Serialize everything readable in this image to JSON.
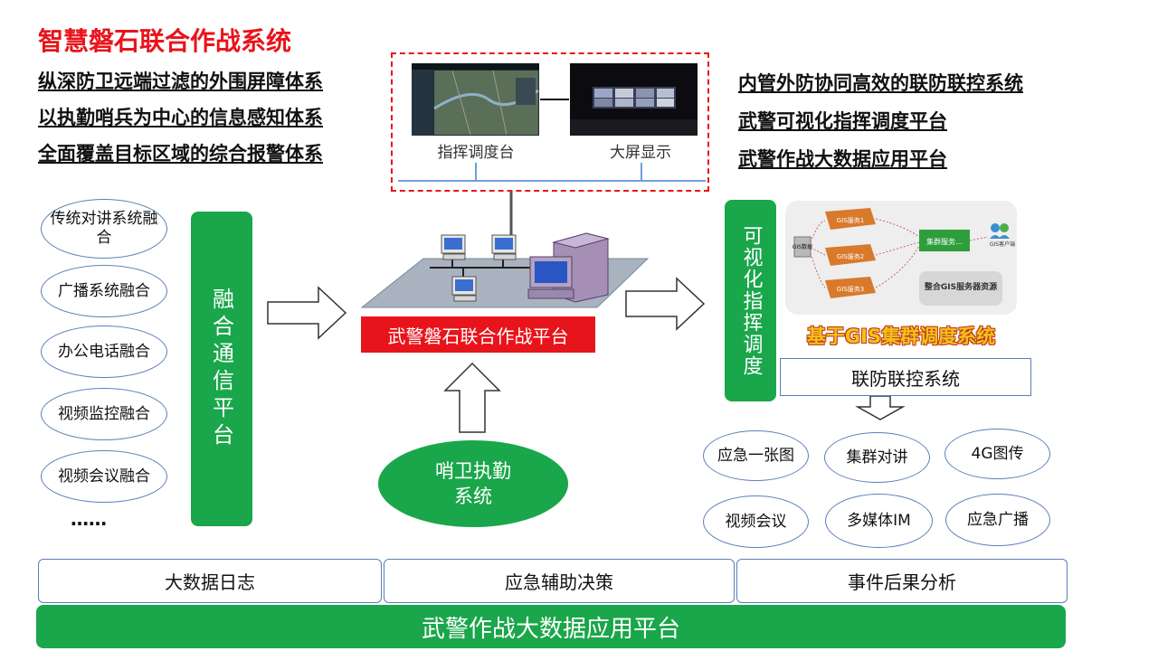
{
  "title": "智慧磐石联合作战系统",
  "left_lines": [
    "纵深防卫远端过滤的外围屏障体系",
    "以执勤哨兵为中心的信息感知体系",
    "全面覆盖目标区域的综合报警体系"
  ],
  "right_lines": [
    "内管外防协同高效的联防联控系统",
    "武警可视化指挥调度平台",
    "武警作战大数据应用平台"
  ],
  "top_box": {
    "left_label": "指挥调度台",
    "right_label": "大屏显示"
  },
  "left_ellipses": [
    "传统对讲系统融合",
    "广播系统融合",
    "办公电话融合",
    "视频监控融合",
    "视频会议融合"
  ],
  "left_more": "……",
  "comm_platform": "融合通信平台",
  "center_platform": "武警磐石联合作战平台",
  "sentry_system": "哨卫执勤系统",
  "visual_command": "可视化指挥调度",
  "gis_title": "基于GIS集群调度系统",
  "gis_labels": {
    "server": "GIS数据",
    "s1": "GIS服务1",
    "s2": "GIS服务2",
    "s3": "GIS服务3",
    "cluster": "集群服务...",
    "client": "GIS客户端",
    "resource": "整合GIS服务器资源"
  },
  "joint_control": "联防联控系统",
  "right_ellipses": [
    "应急一张图",
    "集群对讲",
    "4G图传",
    "视频会议",
    "多媒体IM",
    "应急广播"
  ],
  "bottom_boxes": [
    "大数据日志",
    "应急辅助决策",
    "事件后果分析"
  ],
  "bottom_platform": "武警作战大数据应用平台"
}
